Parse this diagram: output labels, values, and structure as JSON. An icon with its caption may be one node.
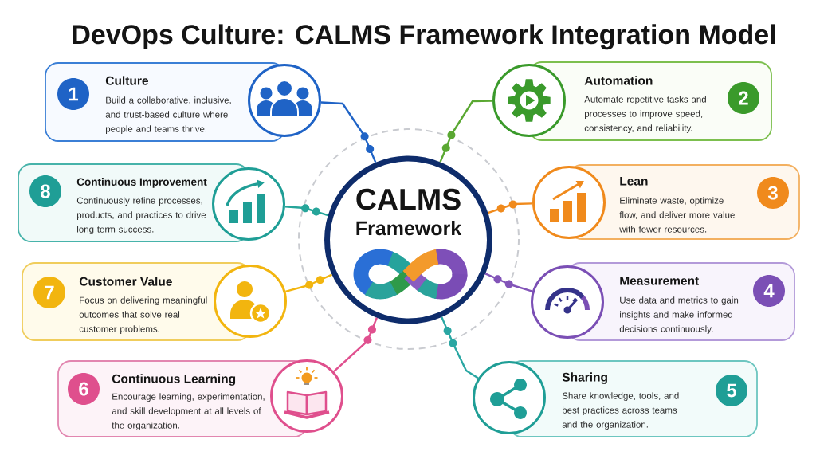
{
  "diagram": {
    "title": "DevOps Culture: CALMS Framework Integration Model",
    "nodes": [
      {
        "text": [
          "CALMS",
          "Framework"
        ]
      },
      {
        "text": [
          "Culture",
          "Build a collaborative, inclusive, and trust-based culture where people and teams thrive."
        ]
      },
      {
        "text": [
          "1"
        ],
        "in": 1
      },
      {
        "text": [],
        "shape": "circle"
      },
      {
        "text": [
          "Automation",
          "Automate repetitive tasks and processes to improve speed, consistency, and reliability."
        ]
      },
      {
        "text": [
          "2"
        ],
        "in": 4
      },
      {
        "text": [],
        "shape": "circle"
      },
      {
        "text": [
          "Lean",
          "Eliminate waste, optimize flow, and deliver more value with fewer resources."
        ]
      },
      {
        "text": [
          "3"
        ],
        "in": 7
      },
      {
        "text": [],
        "shape": "circle"
      },
      {
        "text": [
          "Measurement",
          "Use data and metrics to gain insights and make informed decisions continuously."
        ]
      },
      {
        "text": [
          "4"
        ],
        "in": 10
      },
      {
        "text": [],
        "shape": "circle"
      },
      {
        "text": [
          "Sharing",
          "Share knowledge, tools, and best practices across teams and the organization."
        ]
      },
      {
        "text": [
          "5"
        ],
        "in": 13
      },
      {
        "text": [],
        "shape": "circle"
      },
      {
        "text": [
          "Continuous Learning",
          "Encourage learning, experimentation, and skill development at all levels of the organization."
        ]
      },
      {
        "text": [
          "6"
        ],
        "in": 16
      },
      {
        "text": [],
        "shape": "circle"
      },
      {
        "text": [
          "Customer Value",
          "Focus on delivering meaningful outcomes that solve real customer problems."
        ]
      },
      {
        "text": [
          "7"
        ],
        "in": 19
      },
      {
        "text": [],
        "shape": "circle"
      },
      {
        "text": [
          "Continuous Improvement",
          "Continuously refine processes, products, and practices to drive long-term success."
        ]
      },
      {
        "text": [
          "8"
        ],
        "in": 22
      },
      {
        "text": [],
        "shape": "circle"
      }
    ],
    "edges": [
      {
        "from": 0,
        "to": 3,
        "arrow": "none",
        "color": "#1f63c6"
      },
      {
        "from": 0,
        "to": 6,
        "arrow": "none",
        "color": "#5aa832"
      },
      {
        "from": 0,
        "to": 9,
        "arrow": "none",
        "color": "#f08a1c"
      },
      {
        "from": 0,
        "to": 12,
        "arrow": "none",
        "color": "#8254b8"
      },
      {
        "from": 0,
        "to": 15,
        "arrow": "none",
        "color": "#2aa7a3"
      },
      {
        "from": 0,
        "to": 18,
        "arrow": "none",
        "color": "#e0508f"
      },
      {
        "from": 0,
        "to": 21,
        "arrow": "none",
        "color": "#f2b50f"
      },
      {
        "from": 0,
        "to": 24,
        "arrow": "none",
        "color": "#26a59a"
      }
    ]
  }
}
